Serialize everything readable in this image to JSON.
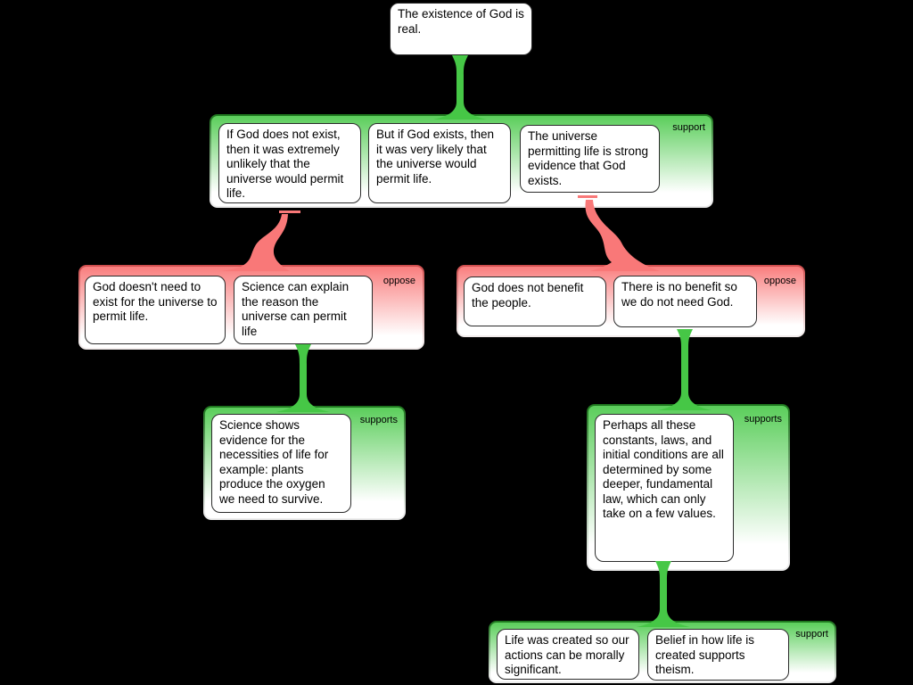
{
  "map": {
    "root": {
      "text": "The existence of God is real."
    },
    "groups": [
      {
        "label": "support",
        "boxes": [
          "If God does not exist, then it was extremely unlikely that the universe would permit life.",
          "But if God exists, then it was very likely that the universe would permit life.",
          "The universe permitting life is strong evidence that God exists."
        ]
      },
      {
        "label": "oppose",
        "boxes": [
          "God doesn't need to exist for the universe to permit life.",
          "Science can explain the reason the universe can permit life"
        ]
      },
      {
        "label": "oppose",
        "boxes": [
          "God does not benefit the people.",
          "There is no benefit so we do not need God."
        ]
      },
      {
        "label": "supports",
        "boxes": [
          "Science shows evidence for the necessities of life for example: plants produce the oxygen we need to survive."
        ]
      },
      {
        "label": "supports",
        "boxes": [
          "Perhaps all these constants, laws, and initial conditions are all determined by some deeper, fundamental law, which can only take on a few values."
        ]
      },
      {
        "label": "support",
        "boxes": [
          "Life was created so our actions can be morally significant.",
          "Belief in how life is created supports theism."
        ]
      }
    ],
    "colors": {
      "background": "#000000",
      "support_connector": "#46c746",
      "oppose_connector": "#f97878",
      "support_group_top": "#5bce5b",
      "oppose_group_top": "#f97e7e",
      "box_fill": "#ffffff",
      "box_border": "#2b2b2b"
    }
  }
}
